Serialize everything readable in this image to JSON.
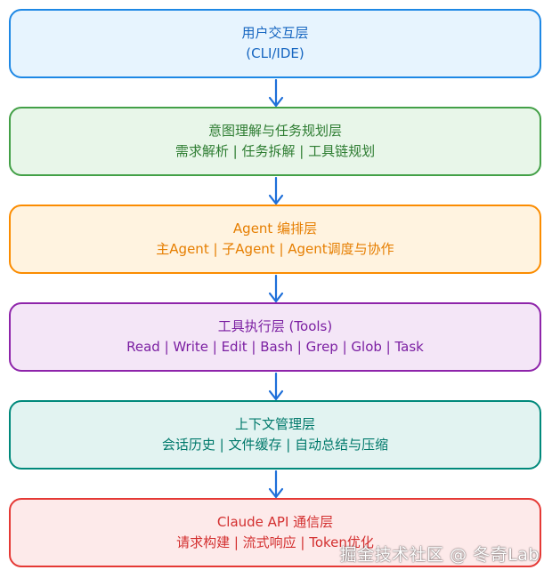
{
  "layers": [
    {
      "title": "用户交互层",
      "subtitle": "(CLI/IDE)"
    },
    {
      "title": "意图理解与任务规划层",
      "subtitle": "需求解析 | 任务拆解 | 工具链规划"
    },
    {
      "title": "Agent 编排层",
      "subtitle": "主Agent | 子Agent | Agent调度与协作"
    },
    {
      "title": "工具执行层 (Tools)",
      "subtitle": "Read | Write | Edit | Bash | Grep | Glob | Task"
    },
    {
      "title": "上下文管理层",
      "subtitle": "会话历史 | 文件缓存 | 自动总结与压缩"
    },
    {
      "title": "Claude API 通信层",
      "subtitle": "请求构建 | 流式响应 | Token优化"
    }
  ],
  "watermark": "掘金技术社区 @ 冬奇Lab",
  "colors": {
    "arrow": "#1e6fd9",
    "interaction": "#1e88e5",
    "planning": "#43a047",
    "orchestration": "#fb8c00",
    "tools": "#8e24aa",
    "context": "#00897b",
    "api": "#e53935"
  }
}
